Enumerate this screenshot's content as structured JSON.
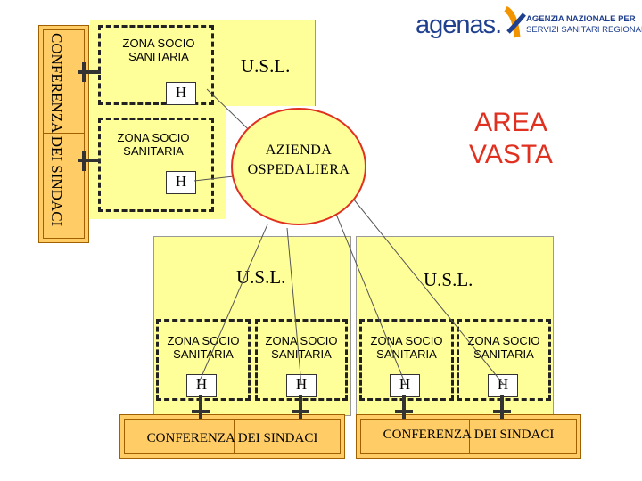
{
  "logo": {
    "wordmark": "agenas.",
    "tagline_1": "AGENZIA NAZIONALE PER",
    "tagline_2": "SERVIZI SANITARI REGIONALI"
  },
  "conferenza_vertical": "CONFERENZA DEI SINDACI",
  "usl_top": {
    "label": "U.S.L.",
    "zone_1": {
      "label": "ZONA SOCIO SANITARIA",
      "h": "H"
    },
    "zone_2": {
      "label": "ZONA SOCIO SANITARIA",
      "h": "H"
    }
  },
  "azienda": "AZIENDA OSPEDALIERA",
  "area_vasta": "AREA VASTA",
  "usl_left": {
    "label": "U.S.L.",
    "zone_1": {
      "label": "ZONA SOCIO SANITARIA",
      "h": "H"
    },
    "zone_2": {
      "label": "ZONA SOCIO SANITARIA",
      "h": "H"
    },
    "conferenza": "CONFERENZA DEI SINDACI"
  },
  "usl_right": {
    "label": "U.S.L.",
    "zone_1": {
      "label": "ZONA SOCIO SANITARIA",
      "h": "H"
    },
    "zone_2": {
      "label": "ZONA SOCIO SANITARIA",
      "h": "H"
    },
    "conferenza": "CONFERENZA DEI SINDACI"
  },
  "colors": {
    "usl_fill": "#ffff99",
    "conferenza_fill": "#ffcc66",
    "azienda_fill": "#ffff99",
    "azienda_border": "#e03020",
    "h_border": "#333333",
    "logo_blue": "#1f3f8f",
    "logo_orange": "#f29400"
  }
}
